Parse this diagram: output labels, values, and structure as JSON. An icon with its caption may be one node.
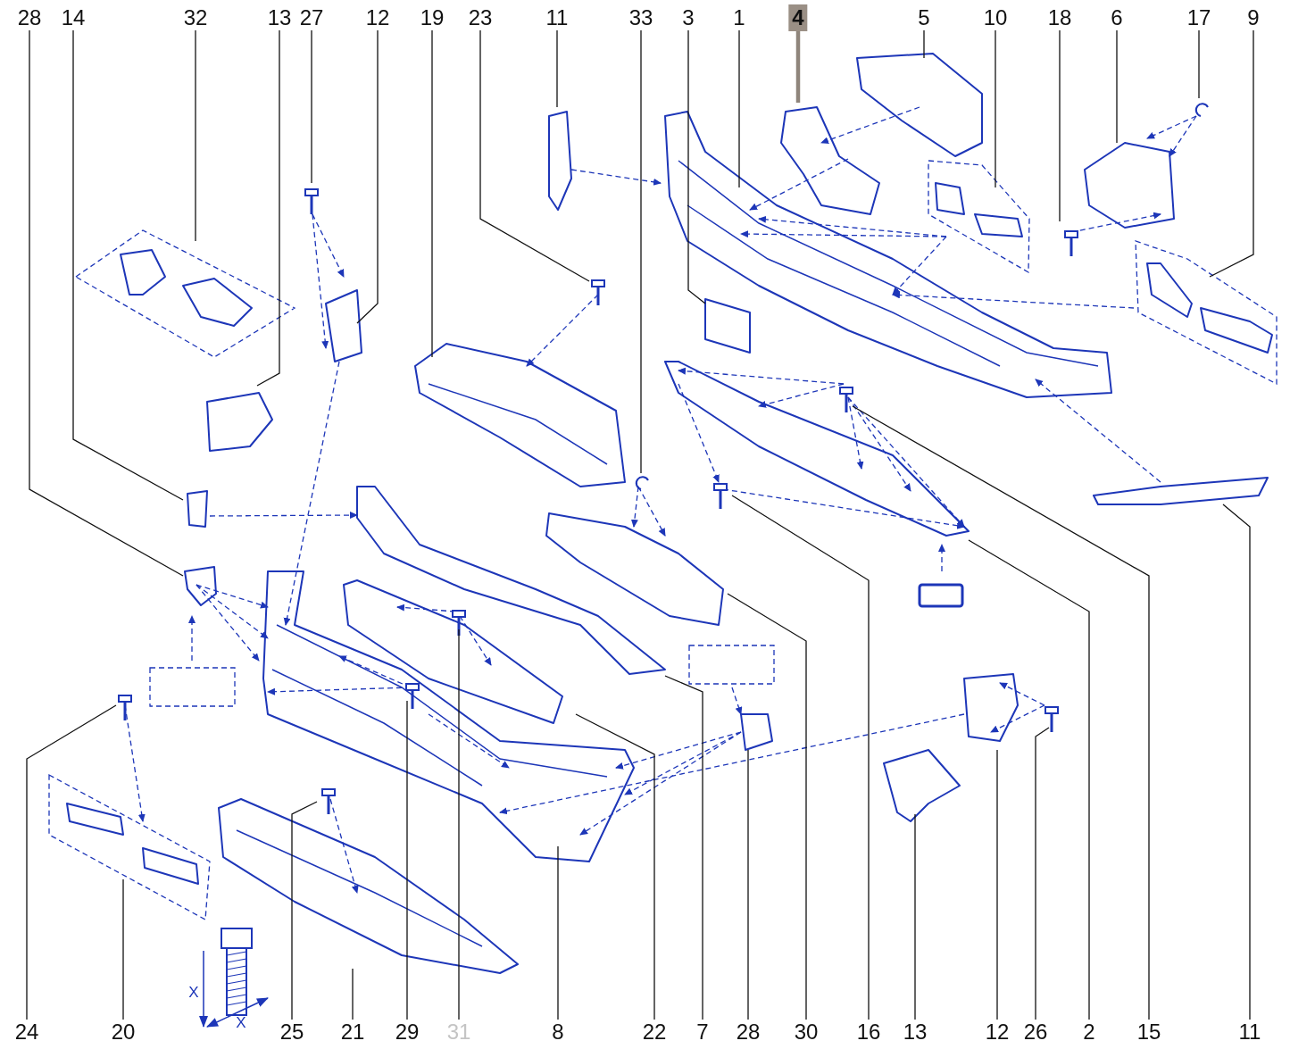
{
  "diagram": {
    "nodes": [
      {
        "text": [
          "28"
        ]
      },
      {
        "text": [
          "14"
        ]
      },
      {
        "text": [
          "32"
        ]
      },
      {
        "text": [
          "13"
        ]
      },
      {
        "text": [
          "27"
        ]
      },
      {
        "text": [
          "12"
        ]
      },
      {
        "text": [
          "19"
        ]
      },
      {
        "text": [
          "23"
        ]
      },
      {
        "text": [
          "11"
        ]
      },
      {
        "text": [
          "33"
        ]
      },
      {
        "text": [
          "3"
        ]
      },
      {
        "text": [
          "1"
        ]
      },
      {
        "text": [
          "4"
        ]
      },
      {
        "text": [
          "5"
        ]
      },
      {
        "text": [
          "10"
        ]
      },
      {
        "text": [
          "18"
        ]
      },
      {
        "text": [
          "6"
        ]
      },
      {
        "text": [
          "17"
        ]
      },
      {
        "text": [
          "9"
        ]
      },
      {
        "text": [
          "24"
        ]
      },
      {
        "text": [
          "20"
        ]
      },
      {
        "text": [
          "25"
        ]
      },
      {
        "text": [
          "21"
        ]
      },
      {
        "text": [
          "29"
        ]
      },
      {
        "text": [
          "31"
        ]
      },
      {
        "text": [
          "8"
        ]
      },
      {
        "text": [
          "22"
        ]
      },
      {
        "text": [
          "7"
        ]
      },
      {
        "text": [
          "28"
        ]
      },
      {
        "text": [
          "30"
        ]
      },
      {
        "text": [
          "16"
        ]
      },
      {
        "text": [
          "13"
        ]
      },
      {
        "text": [
          "12"
        ]
      },
      {
        "text": [
          "26"
        ]
      },
      {
        "text": [
          "2"
        ]
      },
      {
        "text": [
          "15"
        ]
      },
      {
        "text": [
          "11"
        ]
      }
    ],
    "edges": [
      {
        "from": 0,
        "to": null,
        "arrow": "none"
      },
      {
        "from": 1,
        "to": null,
        "arrow": "none"
      },
      {
        "from": 2,
        "to": null,
        "arrow": "none"
      },
      {
        "from": 3,
        "to": null,
        "arrow": "none"
      },
      {
        "from": 4,
        "to": null,
        "arrow": "none"
      },
      {
        "from": 5,
        "to": null,
        "arrow": "none"
      },
      {
        "from": 6,
        "to": null,
        "arrow": "none"
      },
      {
        "from": 7,
        "to": null,
        "arrow": "none"
      },
      {
        "from": 8,
        "to": null,
        "arrow": "none"
      },
      {
        "from": 9,
        "to": null,
        "arrow": "none"
      },
      {
        "from": 10,
        "to": null,
        "arrow": "none"
      },
      {
        "from": 11,
        "to": null,
        "arrow": "none"
      },
      {
        "from": 12,
        "to": null,
        "arrow": "none",
        "style": "thick",
        "color": "#8f857b"
      },
      {
        "from": 13,
        "to": null,
        "arrow": "none"
      },
      {
        "from": 14,
        "to": null,
        "arrow": "none"
      },
      {
        "from": 15,
        "to": null,
        "arrow": "none"
      },
      {
        "from": 16,
        "to": null,
        "arrow": "none"
      },
      {
        "from": 17,
        "to": null,
        "arrow": "none"
      },
      {
        "from": 18,
        "to": null,
        "arrow": "none"
      },
      {
        "from": 19,
        "to": null,
        "arrow": "none"
      },
      {
        "from": 20,
        "to": null,
        "arrow": "none"
      },
      {
        "from": 21,
        "to": null,
        "arrow": "none"
      },
      {
        "from": 22,
        "to": null,
        "arrow": "none"
      },
      {
        "from": 23,
        "to": null,
        "arrow": "none"
      },
      {
        "from": 24,
        "to": null,
        "arrow": "none"
      },
      {
        "from": 25,
        "to": null,
        "arrow": "none"
      },
      {
        "from": 26,
        "to": null,
        "arrow": "none"
      },
      {
        "from": 27,
        "to": null,
        "arrow": "none"
      },
      {
        "from": 28,
        "to": null,
        "arrow": "none"
      },
      {
        "from": 29,
        "to": null,
        "arrow": "none"
      },
      {
        "from": 30,
        "to": null,
        "arrow": "none"
      },
      {
        "from": 31,
        "to": null,
        "arrow": "none"
      },
      {
        "from": 32,
        "to": null,
        "arrow": "none"
      },
      {
        "from": 33,
        "to": null,
        "arrow": "none"
      },
      {
        "from": 34,
        "to": null,
        "arrow": "none"
      },
      {
        "from": 35,
        "to": null,
        "arrow": "none"
      },
      {
        "from": 36,
        "to": null,
        "arrow": "none"
      }
    ],
    "labels": [
      "X",
      "X"
    ]
  }
}
